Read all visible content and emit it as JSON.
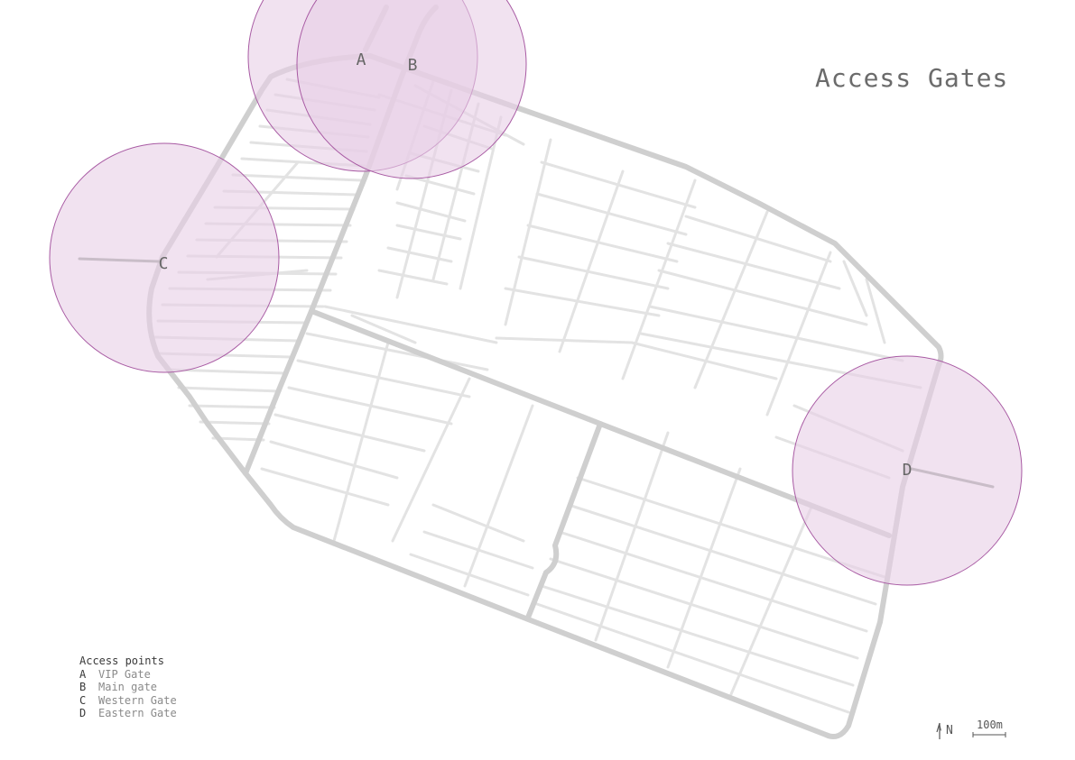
{
  "title": "Access Gates",
  "legend": {
    "heading": "Access points",
    "items": [
      {
        "letter": "A",
        "label": "VIP Gate"
      },
      {
        "letter": "B",
        "label": "Main gate"
      },
      {
        "letter": "C",
        "label": "Western Gate"
      },
      {
        "letter": "D",
        "label": "Eastern Gate"
      }
    ]
  },
  "north_label": "N",
  "scale_label": "100m",
  "colors": {
    "main_road": "#cfcfcf",
    "minor_road": "#e3e3e3",
    "zone_fill": "#e8cfe6",
    "zone_stroke": "#a85aa3",
    "gate_label": "#666666"
  }
}
